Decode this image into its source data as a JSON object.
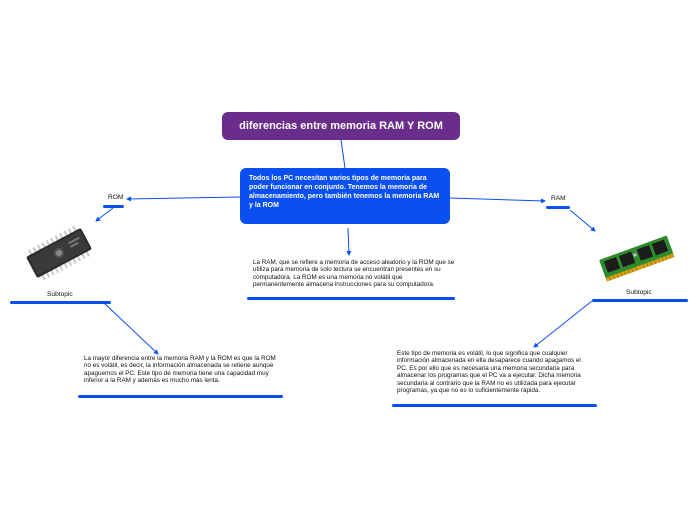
{
  "main_topic": "diferencias entre memoria RAM Y ROM",
  "center_text": "Todos los PC necesitan varios tipos de memoria para poder funcionar en conjunto. Tenemos la memoria de almacenamiento, pero también tenemos la memoria RAM y la ROM",
  "left_branch": {
    "label": "ROM",
    "subtopic": "Subtopic",
    "note": "La mayor diferencia entre la memoria RAM y la ROM es que la ROM no es volátil, es decir, la información almacenada se retiene aunque apaguemos el PC. Este tipo de memoria tiene una capacidad muy inferior a la RAM y además es mucho más lenta."
  },
  "right_branch": {
    "label": "RAM",
    "subtopic": "Subtopic",
    "note": "Este tipo de memoria es volátil, lo que significa que cualquier información almacenada en ella desaparece cuando apagamos el PC. Es por ello que es necesaria una memoria secundaria para almacenar los programas que el PC va a ejecutar. Dicha memoria secundaria al contrario que la RAM no es utilizada para ejecutar programas, ya que no es lo suficientemente rápida."
  },
  "center_note": "La RAM, que se refiere a memoria de acceso aleatorio y la ROM que se utiliza para memoria de solo lectura se encuentran presentes en su computadora. La ROM es una memoria no volátil que permanentemente almacena instrucciones para su computadora.",
  "colors": {
    "main_topic": "#6b2d8c",
    "center_box": "#0a4ff0",
    "connector": "#0a4ff0"
  }
}
